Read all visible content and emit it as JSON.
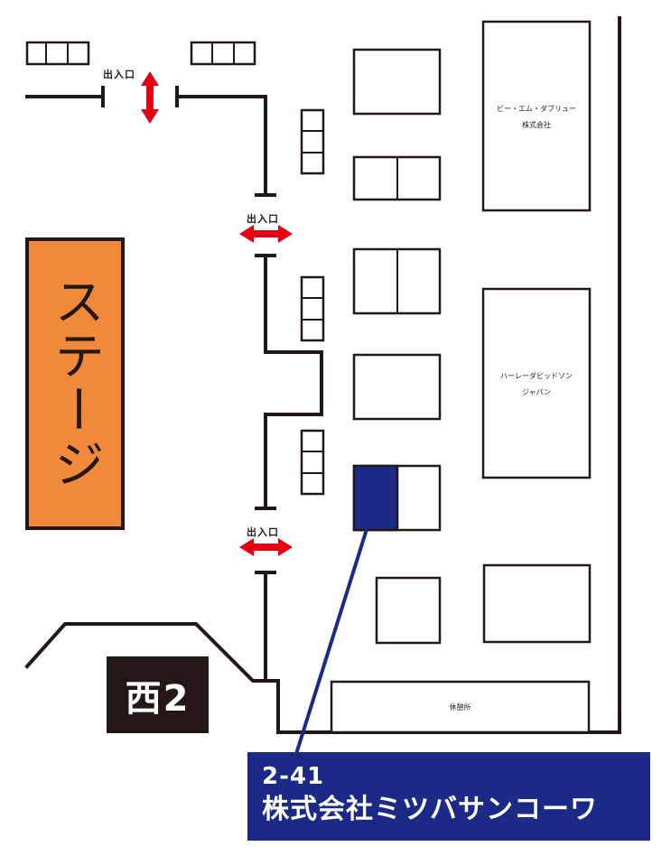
{
  "map": {
    "hall": "西2",
    "stage": "ステージ",
    "entrances": [
      {
        "id": "entrance-top",
        "label": "出入口",
        "direction": "vertical"
      },
      {
        "id": "entrance-middle",
        "label": "出入口",
        "direction": "horizontal"
      },
      {
        "id": "entrance-lower",
        "label": "出入口",
        "direction": "horizontal"
      }
    ],
    "booths": [
      {
        "id": "bmw",
        "name_line1": "ビー・エム・ダブリュー",
        "name_line2": "株式会社"
      },
      {
        "id": "harley",
        "name_line1": "ハーレーダビッドソン",
        "name_line2": "ジャパン"
      },
      {
        "id": "rest-area",
        "name_line1": "休憩所"
      }
    ],
    "highlight": {
      "booth_number": "2-41",
      "company": "株式会社ミツバサンコーワ",
      "color": "#1b2a87"
    },
    "colors": {
      "stage": "#f08a3a",
      "wall": "#231815",
      "arrow": "#e50012",
      "highlight": "#1b2a87"
    }
  }
}
